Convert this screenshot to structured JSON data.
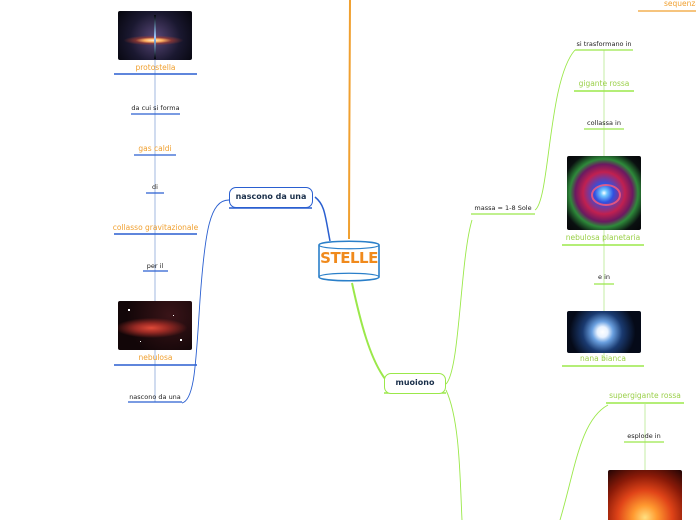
{
  "central": {
    "label": "STELLE"
  },
  "branches": {
    "born": {
      "label": "nascono da una"
    },
    "die": {
      "label": "muoiono"
    }
  },
  "left_chain": [
    {
      "kind": "topic",
      "label": "protostella"
    },
    {
      "kind": "connector",
      "label": "da cui si forma"
    },
    {
      "kind": "topic",
      "label": "gas caldi"
    },
    {
      "kind": "connector",
      "label": "di"
    },
    {
      "kind": "topic",
      "label": "collasso gravitazionale"
    },
    {
      "kind": "connector",
      "label": "per il"
    },
    {
      "kind": "topic",
      "label": "nebulosa"
    },
    {
      "kind": "connector",
      "label": "nascono da una"
    }
  ],
  "right_upper": {
    "condition": "massa = 1-8 Sole",
    "chain": [
      {
        "kind": "connector",
        "label": "si trasformano in"
      },
      {
        "kind": "topic",
        "label": "gigante rossa"
      },
      {
        "kind": "connector",
        "label": "collassa in"
      },
      {
        "kind": "topic",
        "label": "nebulosa planetaria"
      },
      {
        "kind": "connector",
        "label": "e in"
      },
      {
        "kind": "topic",
        "label": "nana bianca"
      }
    ]
  },
  "right_lower": {
    "chain": [
      {
        "kind": "topic",
        "label": "supergigante rossa"
      },
      {
        "kind": "connector",
        "label": "esplode in"
      }
    ]
  },
  "top_right": {
    "label": "sequenza"
  },
  "colors": {
    "orange": "#f0a030",
    "blue": "#2a5fd0",
    "green": "#9be84a",
    "text_dark": "#1a2f4a"
  },
  "images": [
    {
      "name": "protostar-image"
    },
    {
      "name": "nebula-image"
    },
    {
      "name": "planetary-nebula-image"
    },
    {
      "name": "white-dwarf-image"
    },
    {
      "name": "red-supergiant-image"
    }
  ]
}
